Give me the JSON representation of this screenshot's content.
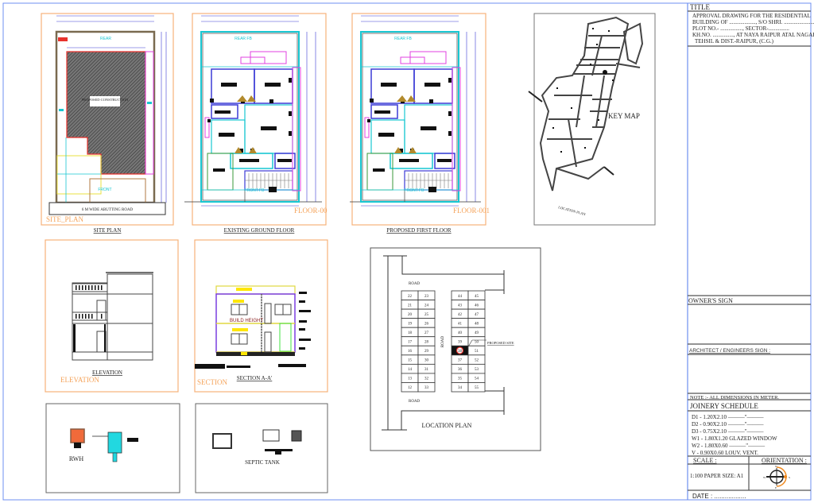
{
  "title_block": {
    "title_heading": "TITLE",
    "title_lines": [
      "APPROVAL DRAWING FOR THE  RESIDENTIAL",
      "BUILDING OF ..................., S/O SHRI. ......................ON",
      "PLOT NO.- ................, SECTOR-...............",
      "KH.NO. ..............., AT NAYA RAIPUR ATAL NAGAR ,",
      "TEHSIL & DIST.-RAIPUR, (C.G.)"
    ],
    "owner_sign": "OWNER'S SIGN",
    "architect_sign": "ARCHITECT / ENGINEERS SIGN :",
    "note": "NOTE :-     ALL DIMENSIONS IN METER.",
    "joinery_heading": "JOINERY SCHEDULE",
    "joinery_items": [
      "D1  - 1.20X2.10  ———\"———",
      "D2  - 0.90X2.10  ———\"———",
      "D3  - 0.75X2.10  ———\"———",
      "W1 - 1.80X1.20 GLAZED WINDOW",
      "W2 - 1.80X0.60  ———\"———",
      "V  -  0.90X0.60  LOUV. VENT."
    ],
    "scale_label": "SCALE :",
    "scale_value": "1:100  PAPER SIZE: A1",
    "orientation_label": "ORIENTATION :",
    "date_label": "DATE : ..................",
    "compass": {
      "n": "N",
      "s": "S",
      "e": "E",
      "w": "W"
    }
  },
  "site_plan": {
    "rear": "REAR",
    "front": "FRONT",
    "proposed": "PROPOSED CONSTRUCTION",
    "road": "6 M WIDE ABUTTING ROAD",
    "tag": "SITE_PLAN",
    "caption": "SITE PLAN"
  },
  "ground_floor": {
    "rear": "REAR FB",
    "front": "FRONT FB",
    "tag": "FLOOR-00",
    "caption": "EXISTING GROUND FLOOR"
  },
  "first_floor": {
    "rear": "REAR FB",
    "front": "FRONT FB",
    "tag": "FLOOR-001",
    "caption": "PROPOSED FIRST FLOOR"
  },
  "key_map": {
    "label": "KEY MAP",
    "bottom_label": "LOCATION PLAN"
  },
  "elevation": {
    "caption": "ELEVATION",
    "tag": "ELEVATION"
  },
  "section": {
    "caption": "SECTION A-A'",
    "tag": "SECTION",
    "build_height": "BUILD HEIGHT"
  },
  "rwh": {
    "caption": "RWH"
  },
  "septic": {
    "caption": "SEPTIC TANK"
  },
  "location_plan": {
    "road_top": "ROAD",
    "road_bottom": "ROAD",
    "road_middle": "ROAD",
    "proposed_site": "PROPOSED SITE",
    "caption": "LOCATION PLAN",
    "left_block": [
      [
        22,
        23
      ],
      [
        21,
        24
      ],
      [
        20,
        25
      ],
      [
        19,
        26
      ],
      [
        18,
        27
      ],
      [
        17,
        28
      ],
      [
        16,
        29
      ],
      [
        15,
        30
      ],
      [
        14,
        31
      ],
      [
        13,
        32
      ],
      [
        12,
        33
      ]
    ],
    "right_block": [
      [
        44,
        45
      ],
      [
        43,
        46
      ],
      [
        42,
        47
      ],
      [
        41,
        48
      ],
      [
        40,
        49
      ],
      [
        39,
        50
      ],
      [
        38,
        51
      ],
      [
        37,
        52
      ],
      [
        36,
        53
      ],
      [
        35,
        54
      ],
      [
        34,
        55
      ]
    ],
    "highlighted_plot": 38
  },
  "colors": {
    "panel_border": "#f7b27a",
    "frame": "#6d8ff0",
    "accent_red": "#e8322c",
    "cyan": "#19c7d2"
  }
}
